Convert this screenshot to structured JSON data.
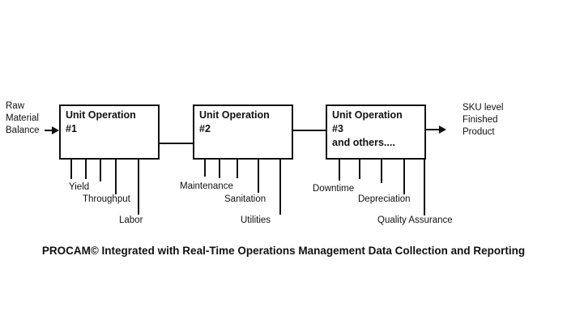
{
  "colors": {
    "ink": "#111111",
    "background": "#ffffff"
  },
  "flow": {
    "input_label": "Raw\nMaterial\nBalance",
    "output_label": "SKU level\nFinished\nProduct"
  },
  "boxes": [
    {
      "title": "Unit Operation",
      "number": "#1",
      "extra": "",
      "metrics": [
        "Yield",
        "Throughput",
        "Labor"
      ]
    },
    {
      "title": "Unit Operation",
      "number": "#2",
      "extra": "",
      "metrics": [
        "Maintenance",
        "Sanitation",
        "Utilities"
      ]
    },
    {
      "title": "Unit Operation",
      "number": "#3",
      "extra": "and others....",
      "metrics": [
        "Downtime",
        "Depreciation",
        "Quality Assurance"
      ]
    }
  ],
  "caption": "PROCAM© Integrated with Real-Time Operations Management Data Collection and Reporting"
}
